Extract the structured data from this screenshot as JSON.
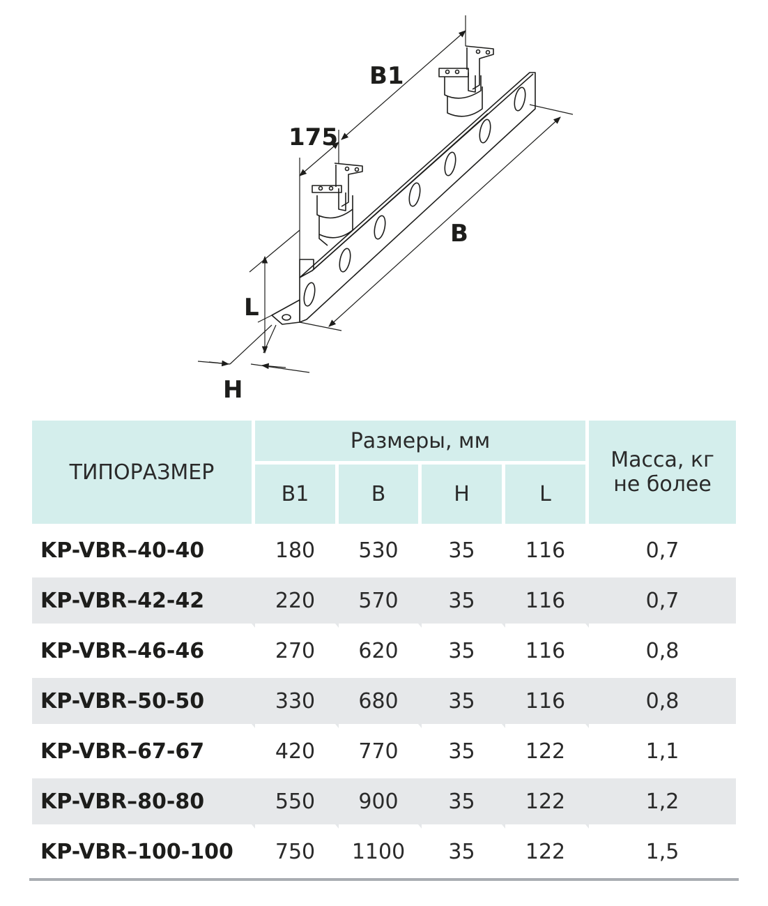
{
  "drawing": {
    "labels": {
      "b1": "B1",
      "offset": "175",
      "b": "B",
      "l": "L",
      "h": "H"
    }
  },
  "table": {
    "headers": {
      "model": "ТИПОРАЗМЕР",
      "dimensions_group": "Размеры, мм",
      "b1": "B1",
      "b": "B",
      "h": "H",
      "l": "L",
      "mass_line1": "Масса, кг",
      "mass_line2": "не более"
    },
    "rows": [
      {
        "model": "KP-VBR–40-40",
        "b1": "180",
        "b": "530",
        "h": "35",
        "l": "116",
        "mass": "0,7"
      },
      {
        "model": "KP-VBR–42-42",
        "b1": "220",
        "b": "570",
        "h": "35",
        "l": "116",
        "mass": "0,7"
      },
      {
        "model": "KP-VBR–46-46",
        "b1": "270",
        "b": "620",
        "h": "35",
        "l": "116",
        "mass": "0,8"
      },
      {
        "model": "KP-VBR–50-50",
        "b1": "330",
        "b": "680",
        "h": "35",
        "l": "116",
        "mass": "0,8"
      },
      {
        "model": "KP-VBR–67-67",
        "b1": "420",
        "b": "770",
        "h": "35",
        "l": "122",
        "mass": "1,1"
      },
      {
        "model": "KP-VBR–80-80",
        "b1": "550",
        "b": "900",
        "h": "35",
        "l": "122",
        "mass": "1,2"
      },
      {
        "model": "KP-VBR–100-100",
        "b1": "750",
        "b": "1100",
        "h": "35",
        "l": "122",
        "mass": "1,5"
      }
    ]
  },
  "colors": {
    "header_bg": "#d4eeec",
    "stripe_bg": "#e6e8ea",
    "rule": "#a9adb2"
  }
}
